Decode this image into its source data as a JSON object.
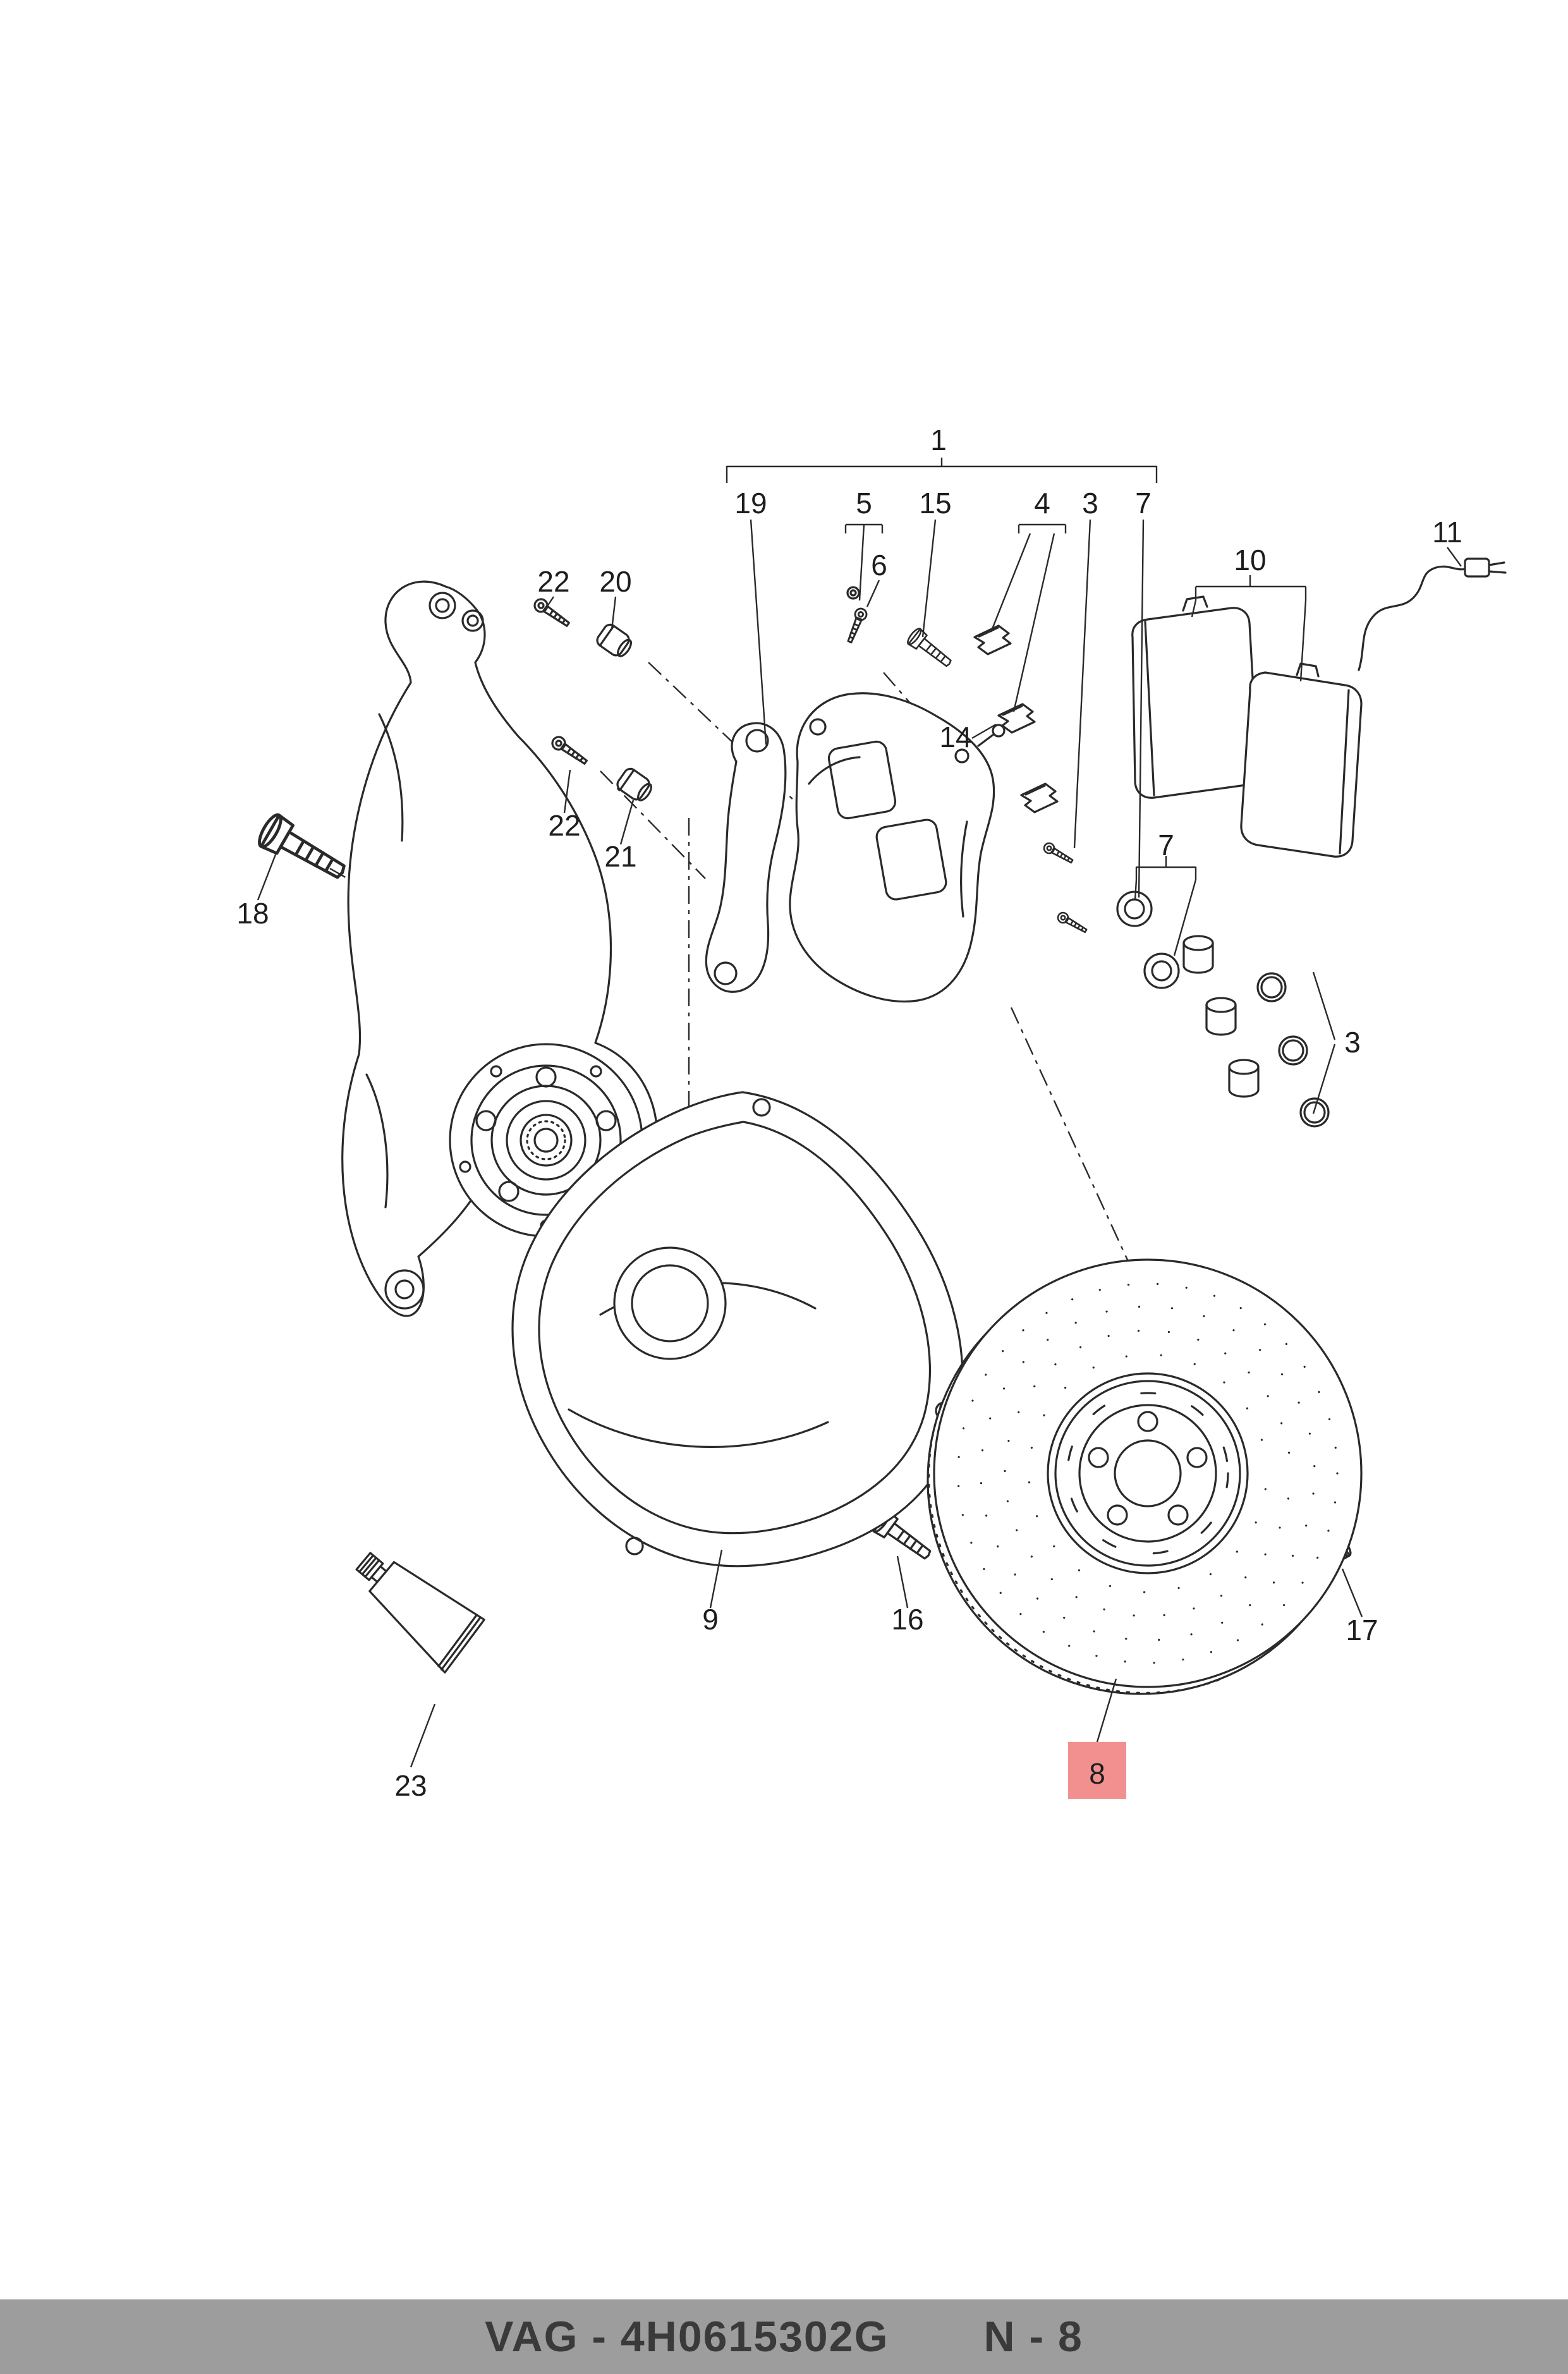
{
  "colors": {
    "line": "#2a2a2a",
    "highlight_bg": "#f2908f",
    "footer_bg": "#9d9d9d"
  },
  "labels": [
    {
      "text": "1"
    },
    {
      "text": "19"
    },
    {
      "text": "5"
    },
    {
      "text": "15"
    },
    {
      "text": "4"
    },
    {
      "text": "3"
    },
    {
      "text": "7"
    },
    {
      "text": "6"
    },
    {
      "text": "22"
    },
    {
      "text": "20"
    },
    {
      "text": "10"
    },
    {
      "text": "11"
    },
    {
      "text": "22"
    },
    {
      "text": "21"
    },
    {
      "text": "18"
    },
    {
      "text": "14"
    },
    {
      "text": "7"
    },
    {
      "text": "3"
    },
    {
      "text": "9"
    },
    {
      "text": "16"
    },
    {
      "text": "17"
    },
    {
      "text": "8"
    },
    {
      "text": "23"
    }
  ],
  "highlight": {
    "label": "8"
  },
  "footer": {
    "part_number": "VAG - 4H0615302G",
    "section": "N - 8"
  }
}
